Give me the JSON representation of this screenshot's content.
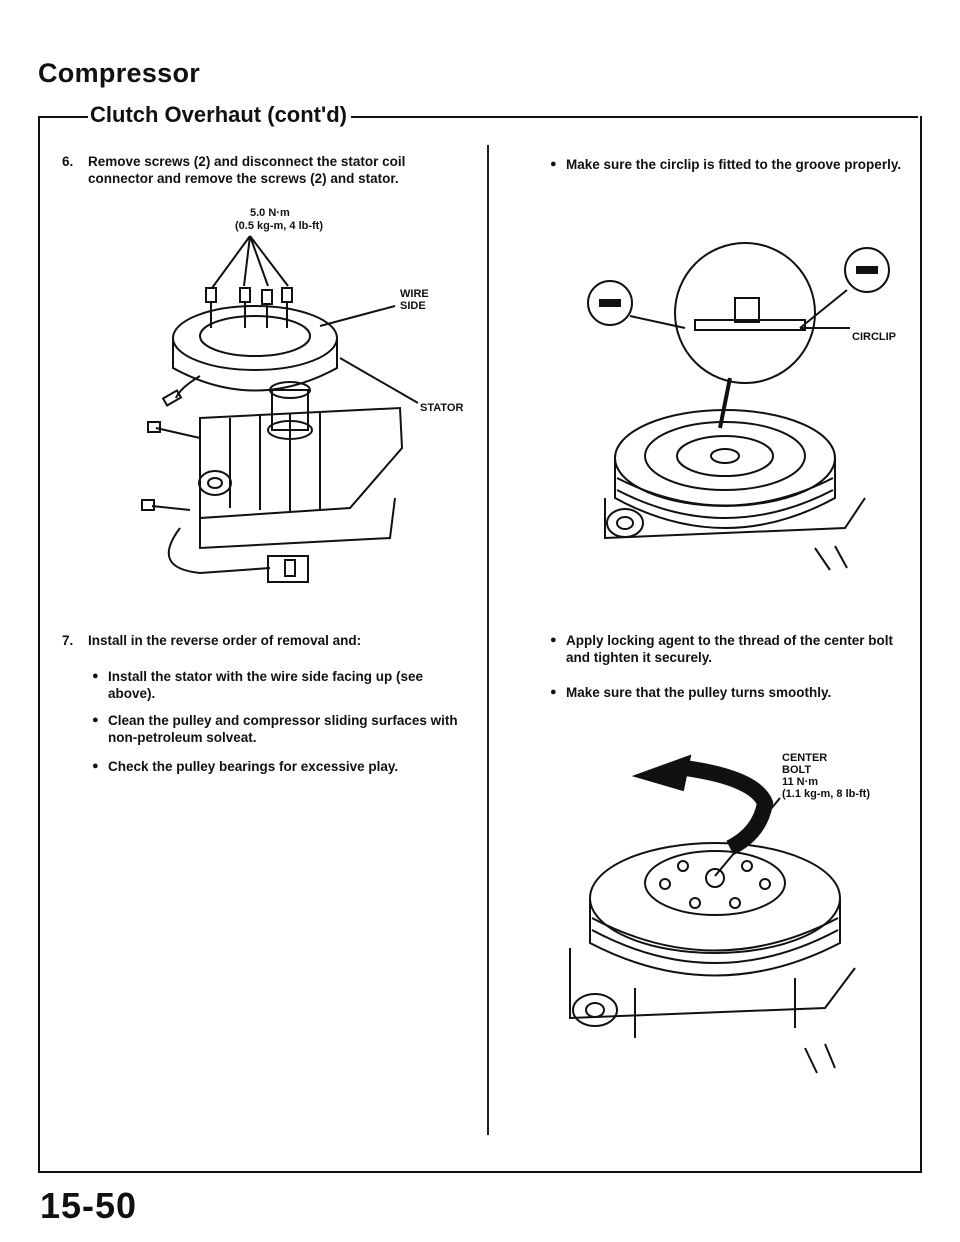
{
  "header": {
    "title": "Compressor",
    "subtitle": "Clutch Overhaut (cont'd)"
  },
  "left": {
    "step6_num": "6.",
    "step6_text": "Remove screws (2) and disconnect the stator coil connector and remove the screws (2) and stator.",
    "torque_line1": "5.0 N·m",
    "torque_line2": "(0.5 kg-m, 4 lb-ft)",
    "label_wire": "WIRE",
    "label_side": "SIDE",
    "label_stator": "STATOR",
    "step7_num": "7.",
    "step7_text": "Install in the reverse order of removal and:",
    "bullets": [
      "Install the stator with the wire side facing up (see above).",
      "Clean the pulley and compressor sliding surfaces with non-petroleum solveat.",
      "Check the pulley bearings for excessive play."
    ]
  },
  "right": {
    "bullet_circlip": "Make sure the circlip is fitted to the groove properly.",
    "label_circlip": "CIRCLIP",
    "bullet_locking": "Apply locking agent to the thread of the center bolt and tighten it securely.",
    "bullet_pulley": "Make sure that the pulley turns smoothly.",
    "center_bolt_l1": "CENTER",
    "center_bolt_l2": "BOLT",
    "center_bolt_l3": "11 N·m",
    "center_bolt_l4": "(1.1 kg-m, 8 lb-ft)"
  },
  "footer": {
    "page_number": "15-50"
  }
}
